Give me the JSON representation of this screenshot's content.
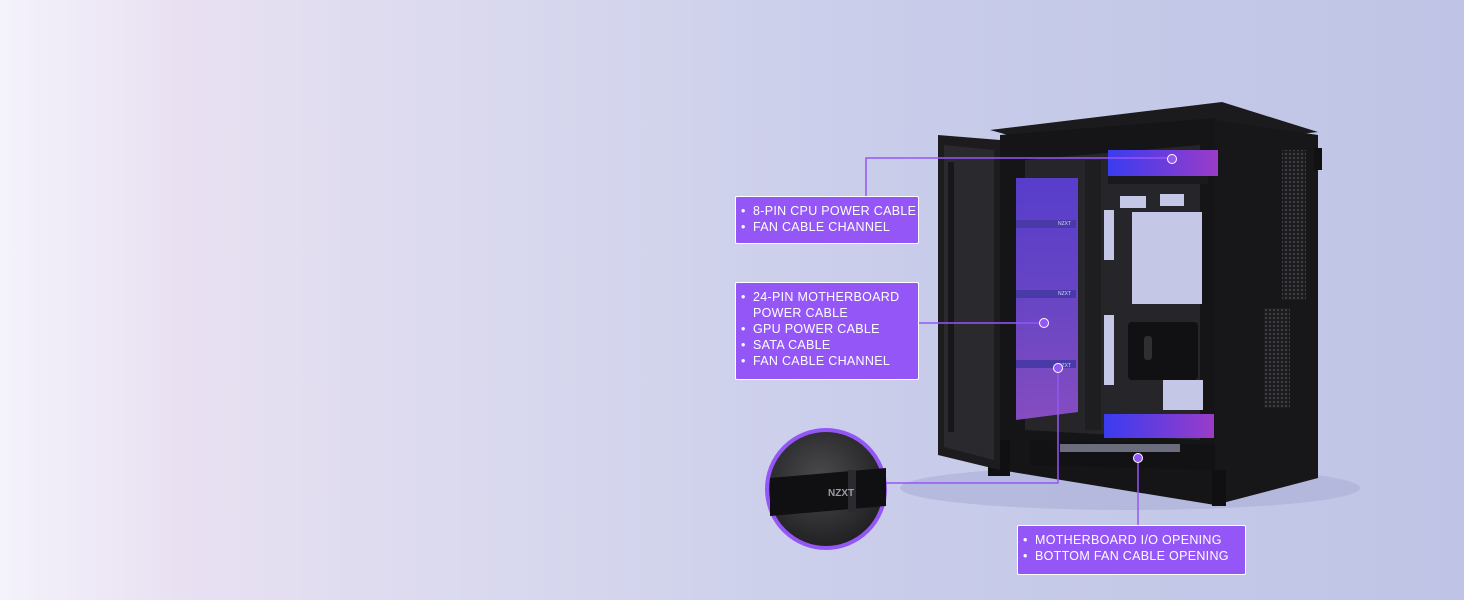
{
  "callouts": {
    "cpu": {
      "items": [
        "8-PIN CPU POWER CABLE",
        "FAN CABLE CHANNEL"
      ]
    },
    "motherboard": {
      "items": [
        "24-PIN MOTHERBOARD POWER CABLE",
        "GPU POWER CABLE",
        "SATA CABLE",
        "FAN CABLE CHANNEL"
      ]
    },
    "io": {
      "items": [
        "MOTHERBOARD I/O OPENING",
        "BOTTOM FAN CABLE OPENING"
      ]
    }
  },
  "zoom_inset": {
    "logo_text": "NZXT"
  },
  "case": {
    "logo_text": "NZXT"
  },
  "colors": {
    "accent": "#9556f7",
    "case_body": "#141416",
    "cover_glow": "#6a45d8"
  }
}
